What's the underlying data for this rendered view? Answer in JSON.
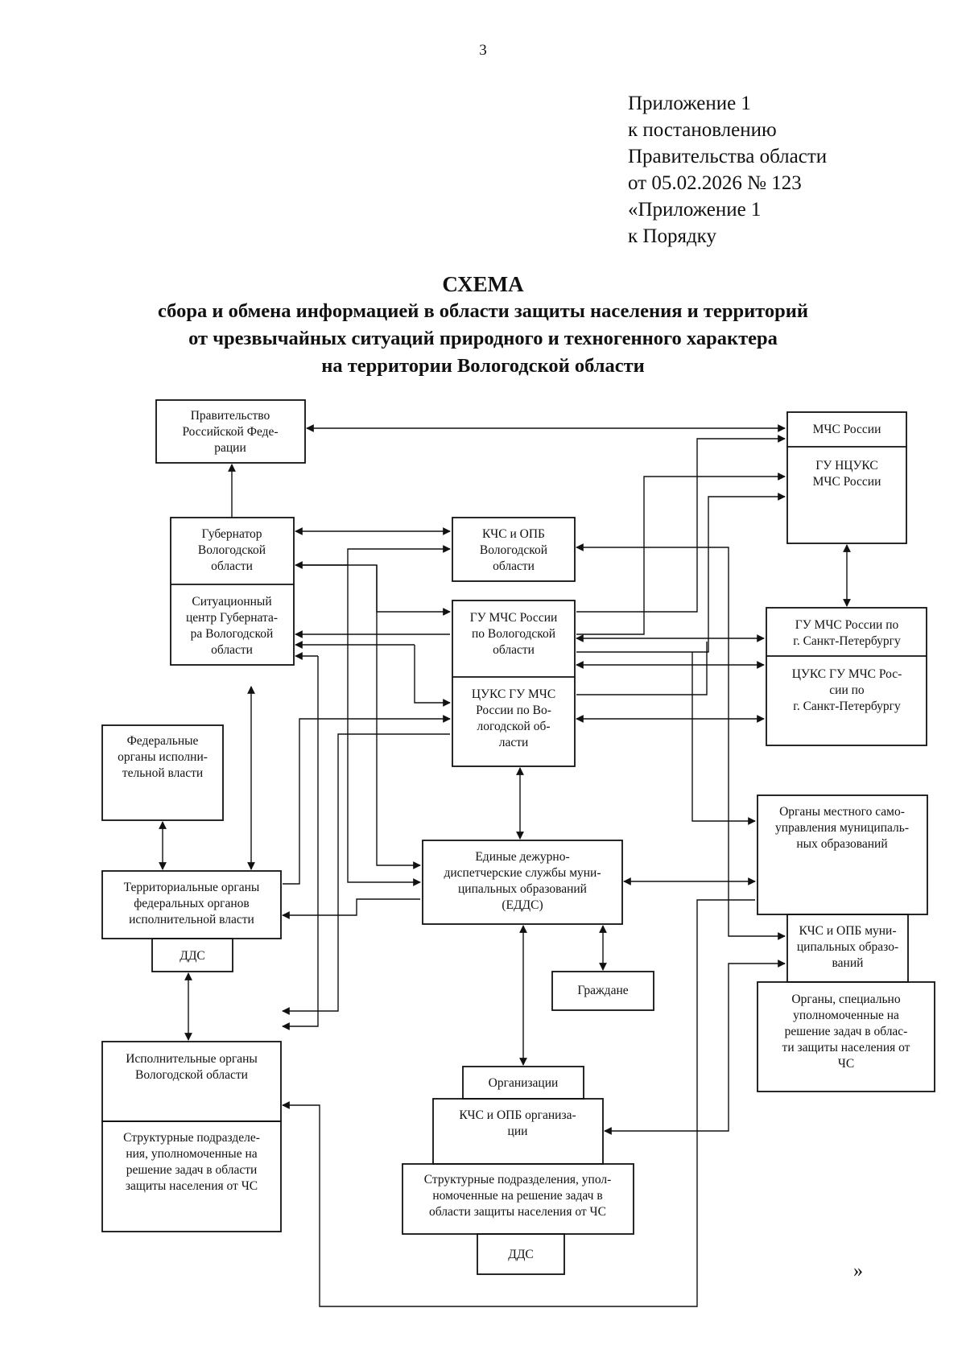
{
  "page_number": "3",
  "annex": {
    "lines": [
      "Приложение 1",
      "к постановлению",
      "Правительства области",
      "от  05.02.2026 № 123",
      "«Приложение 1",
      "к Порядку"
    ]
  },
  "title": {
    "heading": "СХЕМА",
    "lines": [
      "сбора и обмена информацией в области защиты населения и территорий",
      "от чрезвычайных ситуаций природного и техногенного характера",
      "на территории Вологодской области"
    ]
  },
  "boxes": {
    "gov_rf": [
      "Правительство",
      "Российской Феде-",
      "рации"
    ],
    "mchs": [
      "МЧС России"
    ],
    "gu_ncuks": [
      "ГУ НЦУКС",
      "МЧС России"
    ],
    "governor": [
      "Губернатор",
      "Вологодской",
      "области"
    ],
    "sit_center": [
      "Ситуационный",
      "центр Губерната-",
      "ра Вологодской",
      "области"
    ],
    "kchs_opb_vol": [
      "КЧС и ОПБ",
      "Вологодской",
      "области"
    ],
    "gu_mchs_vol": [
      "ГУ МЧС России",
      "по Вологодской",
      "области"
    ],
    "cuks_vol": [
      "ЦУКС ГУ МЧС",
      "России по Во-",
      "логодской об-",
      "ласти"
    ],
    "gu_mchs_spb": [
      "ГУ МЧС России по",
      "г. Санкт-Петербургу"
    ],
    "cuks_spb": [
      "ЦУКС ГУ МЧС Рос-",
      "сии по",
      "г. Санкт-Петербургу"
    ],
    "fed_organs": [
      "Федеральные",
      "органы исполни-",
      "тельной власти"
    ],
    "terr_organs": [
      "Территориальные органы",
      "федеральных органов",
      "исполнительной власти"
    ],
    "dds_terr": [
      "ДДС"
    ],
    "edds": [
      "Единые дежурно-",
      "диспетчерские службы муни-",
      "ципальных образований",
      "(ЕДДС)"
    ],
    "local_gov": [
      "Органы местного само-",
      "управления муниципаль-",
      "ных образований"
    ],
    "kchs_mun": [
      "КЧС и ОПБ муни-",
      "ципальных образо-",
      "ваний"
    ],
    "special_organs": [
      "Органы, специально",
      "уполномоченные на",
      "решение задач в облас-",
      "ти защиты населения от",
      "ЧС"
    ],
    "citizens": [
      "Граждане"
    ],
    "exec_organs": [
      "Исполнительные органы",
      "Вологодской области"
    ],
    "struct_exec": [
      "Структурные подразделе-",
      "ния, уполномоченные на",
      "решение задач в области",
      "защиты населения от ЧС"
    ],
    "organizations": [
      "Организации"
    ],
    "kchs_org": [
      "КЧС и ОПБ организа-",
      "ции"
    ],
    "struct_org": [
      "Структурные подразделения, упол-",
      "номоченные на решение задач в",
      "области защиты населения от ЧС"
    ],
    "dds_org": [
      "ДДС"
    ]
  },
  "closing_mark": "»"
}
